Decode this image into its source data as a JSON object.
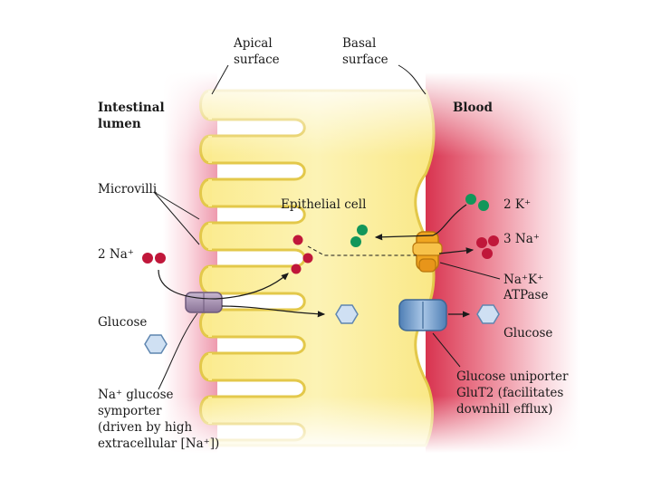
{
  "labels": {
    "apical_1": "Apical",
    "apical_2": "surface",
    "basal_1": "Basal",
    "basal_2": "surface",
    "lumen_1": "Intestinal",
    "lumen_2": "lumen",
    "blood": "Blood",
    "microvilli": "Microvilli",
    "epithelial_cell": "Epithelial cell",
    "na_in": "2 Na⁺",
    "glucose_lumen": "Glucose",
    "k_2": "2 K⁺",
    "na_3": "3 Na⁺",
    "atpase_1": "Na⁺K⁺",
    "atpase_2": "ATPase",
    "glucose_blood": "Glucose",
    "uniporter_1": "Glucose uniporter",
    "uniporter_2": "GluT2 (facilitates",
    "uniporter_3": "downhill efflux)",
    "symporter_1": "Na⁺ glucose",
    "symporter_2": "symporter",
    "symporter_3": "(driven by high",
    "symporter_4": "extracellular [Na⁺])"
  },
  "colors": {
    "cytoplasm": "#fbf1a6",
    "cell_edge": "#e7cf4a",
    "lumen_pink": "#f0a2b3",
    "blood_red": "#e0455e",
    "sodium": "#c0173a",
    "potassium": "#12965a",
    "glucose": "#cfe0f3",
    "symporter": "#a48fb0",
    "atpase": "#f0a520",
    "uniporter": "#6f99c7"
  }
}
